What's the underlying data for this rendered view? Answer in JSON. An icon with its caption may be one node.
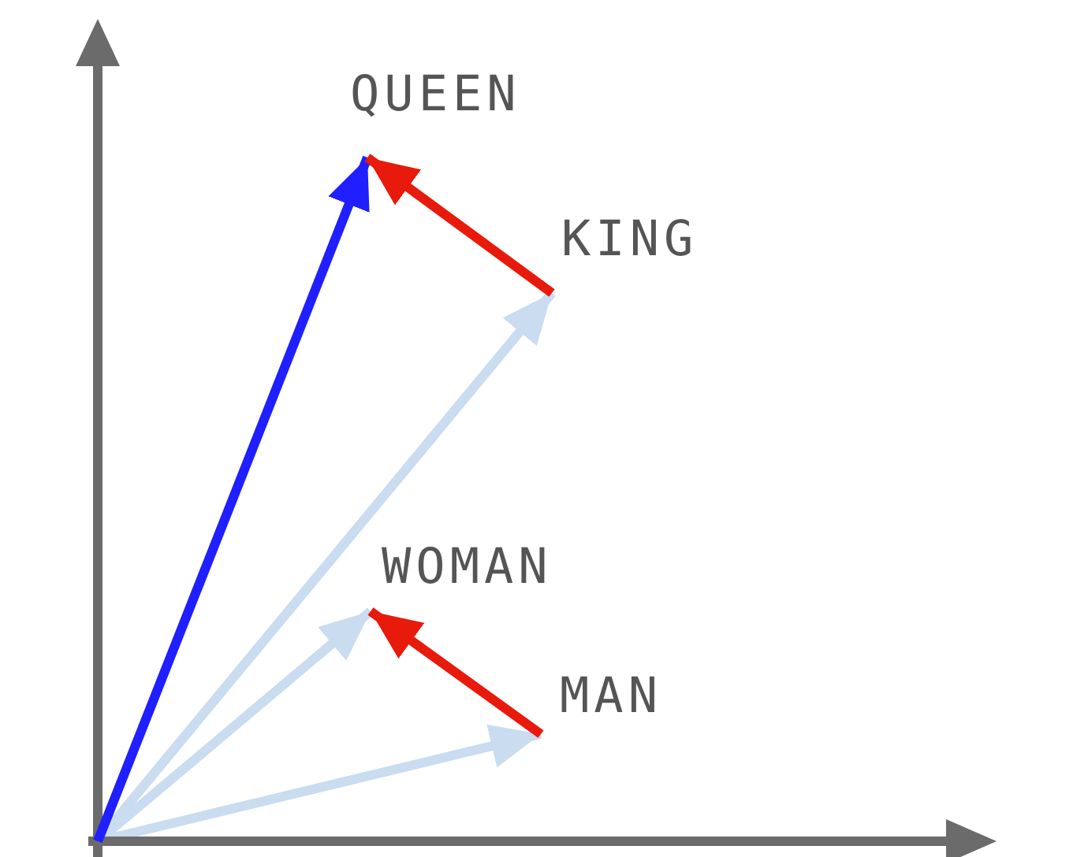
{
  "diagram": {
    "nodes": [
      {
        "text": [
          "QUEEN"
        ]
      },
      {
        "text": [
          "KING"
        ]
      },
      {
        "text": [
          "WOMAN"
        ]
      },
      {
        "text": [
          "MAN"
        ]
      }
    ],
    "edges": [
      {
        "from": null,
        "to": 0,
        "arrow": "to",
        "color": "#1f1fff"
      },
      {
        "from": null,
        "to": 1,
        "arrow": "to"
      },
      {
        "from": null,
        "to": 2,
        "arrow": "to"
      },
      {
        "from": null,
        "to": 3,
        "arrow": "to"
      },
      {
        "from": 1,
        "to": 0,
        "arrow": "to",
        "color": "#e81a0c"
      },
      {
        "from": 3,
        "to": 2,
        "arrow": "to",
        "color": "#e81a0c"
      }
    ]
  }
}
